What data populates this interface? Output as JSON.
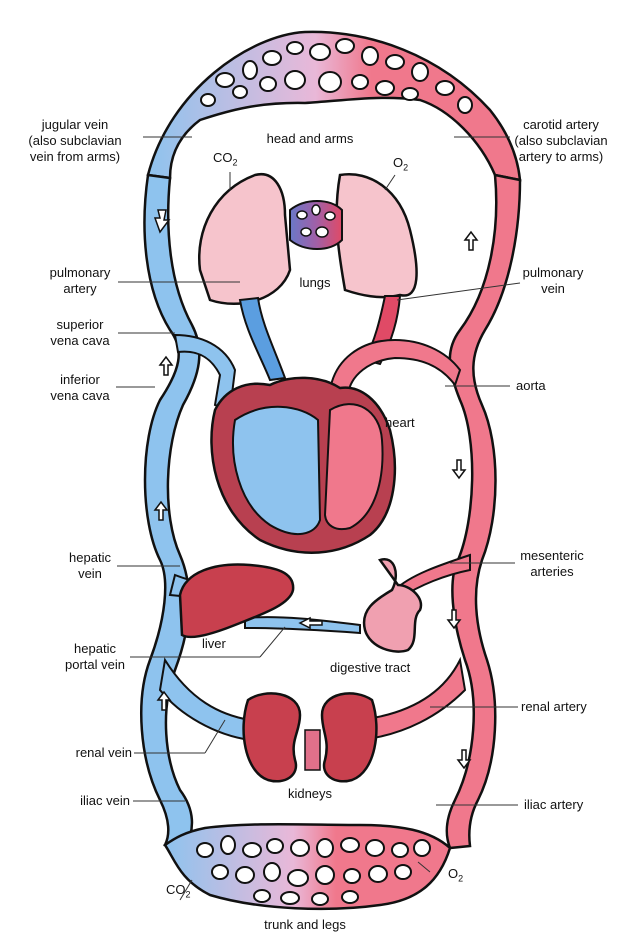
{
  "diagram": {
    "title": "Human circulatory system",
    "colors": {
      "vein": "#8ec3ee",
      "vein_dark": "#3a8fd8",
      "artery": "#f0788c",
      "artery_dark": "#e04a66",
      "organ": "#c8404e",
      "lung": "#f6b8c0",
      "outline": "#111111"
    },
    "regions": {
      "top_bed": "head and arms",
      "bottom_bed": "trunk and legs"
    },
    "organs": {
      "lungs": "lungs",
      "heart": "heart",
      "liver": "liver",
      "digestive": "digestive tract",
      "kidneys": "kidneys"
    },
    "gases": {
      "co2_top": {
        "base": "CO",
        "sub": "2"
      },
      "o2_top": {
        "base": "O",
        "sub": "2"
      },
      "co2_bottom": {
        "base": "CO",
        "sub": "2"
      },
      "o2_bottom": {
        "base": "O",
        "sub": "2"
      }
    },
    "left_labels": [
      {
        "id": "jugular",
        "lines": [
          "jugular vein",
          "(also subclavian",
          "vein from arms)"
        ]
      },
      {
        "id": "pulm-artery",
        "lines": [
          "pulmonary",
          "artery"
        ]
      },
      {
        "id": "sup-vc",
        "lines": [
          "superior",
          "vena cava"
        ]
      },
      {
        "id": "inf-vc",
        "lines": [
          "inferior",
          "vena cava"
        ]
      },
      {
        "id": "hepatic-vein",
        "lines": [
          "hepatic",
          "vein"
        ]
      },
      {
        "id": "hepatic-portal",
        "lines": [
          "hepatic",
          "portal vein"
        ]
      },
      {
        "id": "renal-vein",
        "lines": [
          "renal vein"
        ]
      },
      {
        "id": "iliac-vein",
        "lines": [
          "iliac vein"
        ]
      }
    ],
    "right_labels": [
      {
        "id": "carotid",
        "lines": [
          "carotid artery",
          "(also subclavian",
          "artery to arms)"
        ]
      },
      {
        "id": "pulm-vein",
        "lines": [
          "pulmonary",
          "vein"
        ]
      },
      {
        "id": "aorta",
        "lines": [
          "aorta"
        ]
      },
      {
        "id": "mesenteric",
        "lines": [
          "mesenteric",
          "arteries"
        ]
      },
      {
        "id": "renal-artery",
        "lines": [
          "renal artery"
        ]
      },
      {
        "id": "iliac-artery",
        "lines": [
          "iliac artery"
        ]
      }
    ]
  }
}
